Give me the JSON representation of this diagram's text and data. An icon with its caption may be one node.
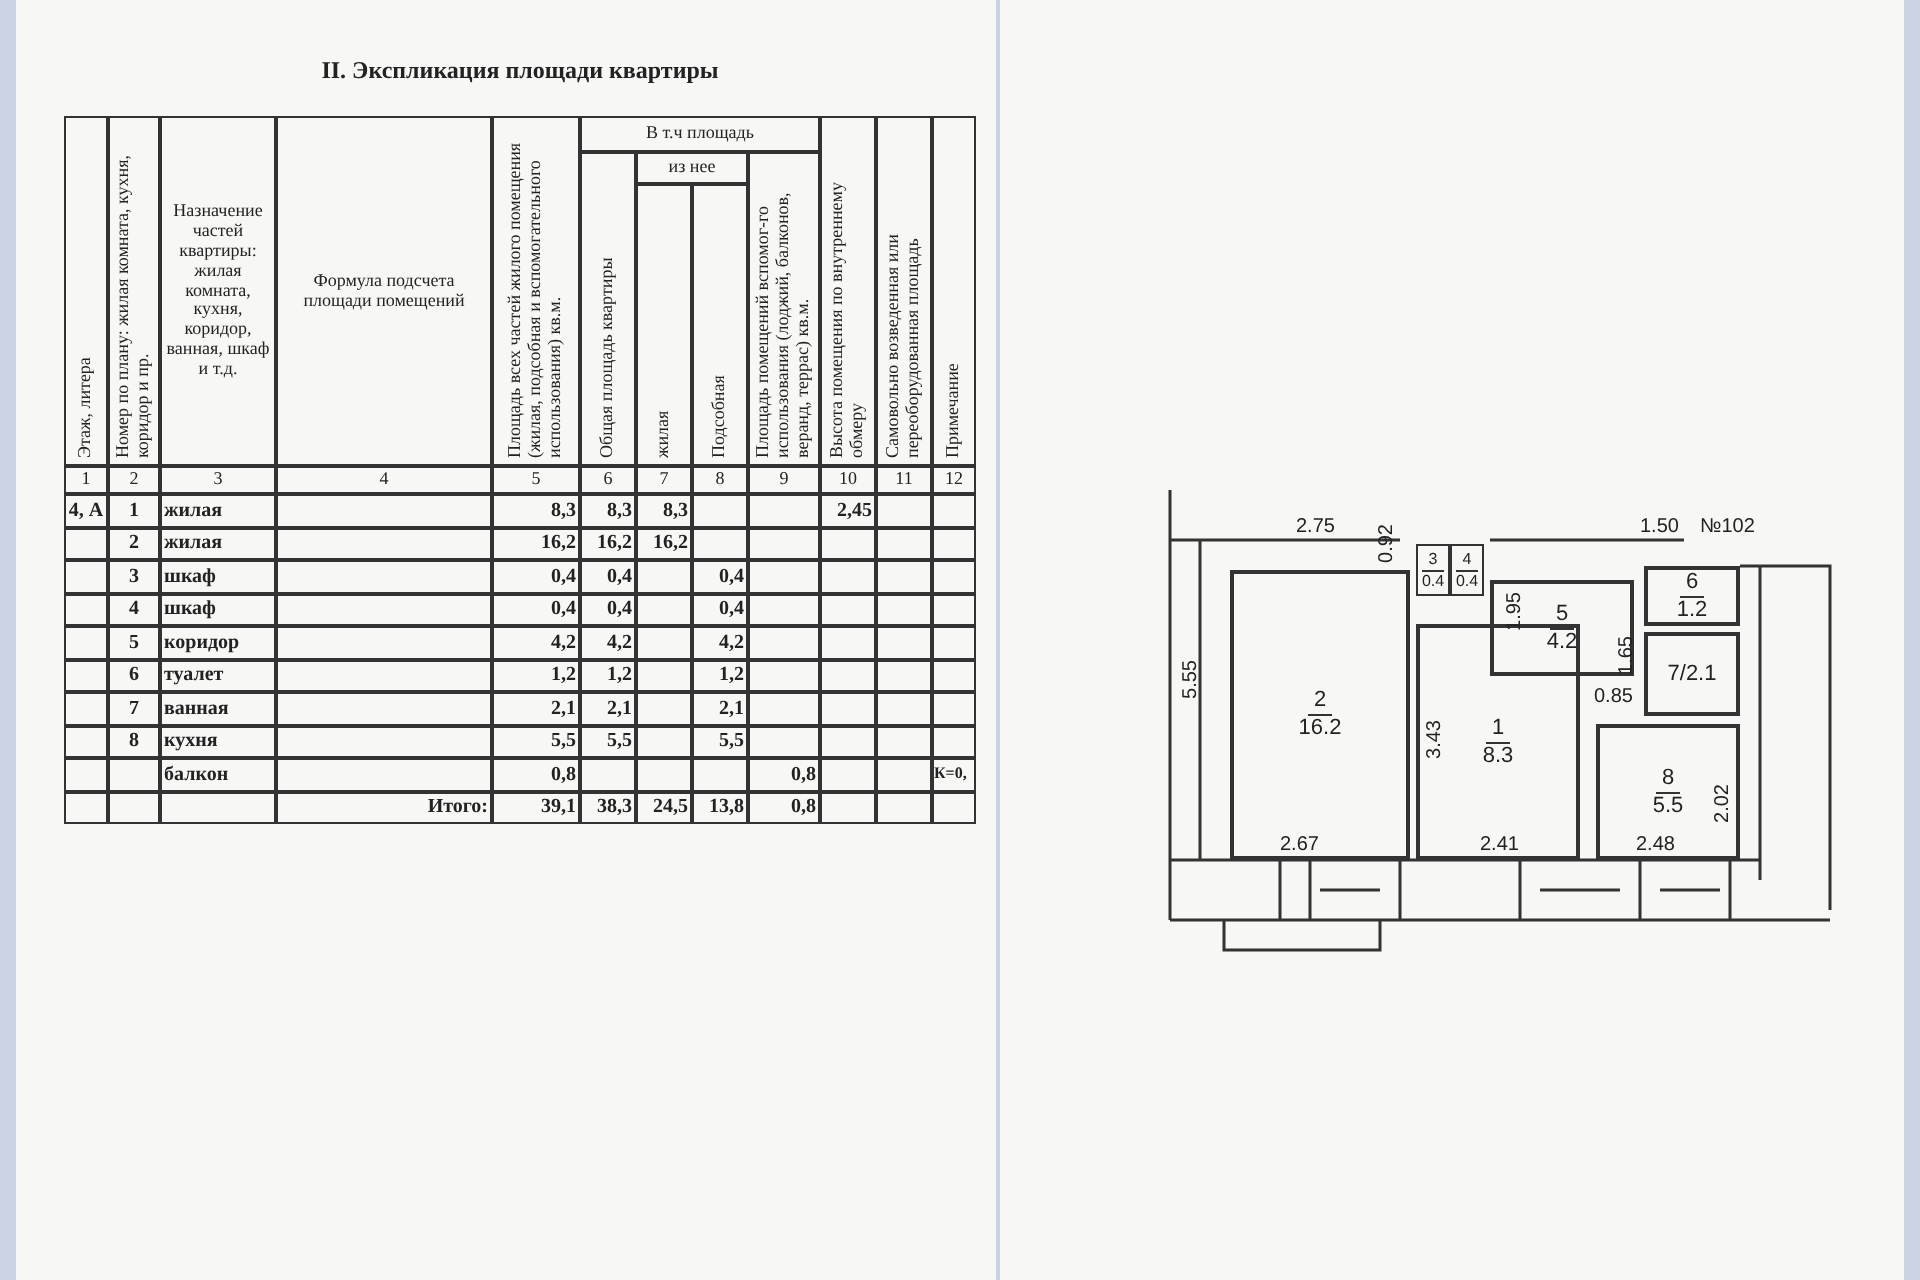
{
  "diagram": {
    "title": "II. Экспликация площади квартиры",
    "nodes": [
      {
        "text": [
          "1",
          "8.3"
        ]
      },
      {
        "text": [
          "2",
          "16.2"
        ]
      },
      {
        "text": [
          "3",
          "0.4"
        ]
      },
      {
        "text": [
          "4",
          "0.4"
        ]
      },
      {
        "text": [
          "5",
          "4.2"
        ]
      },
      {
        "text": [
          "6",
          "1.2"
        ]
      },
      {
        "text": [
          "7/2.1"
        ]
      },
      {
        "text": [
          "8",
          "5.5"
        ]
      }
    ],
    "edges": [],
    "labels": [
      "Этаж, литера",
      "Номер по плану: жилая комната, кухня, коридор и пр.",
      "Назначение частей квартиры: жилая комната, кухня, коридор, ванная, шкаф и т.д.",
      "Формула подсчета площади помещений",
      "Площадь всех частей жилого помещения (жилая, подсобная и вспомогательного использования) кв.м.",
      "В т.ч площадь",
      "Высота помещения по внутреннему обмеру",
      "Самовольно возведенная или переоборудованная площадь",
      "Примечание",
      "Общая площадь квартиры",
      "из нее",
      "Площадь помещений вспомог-го использования (лоджий, балконов, веранд, террас) кв.м.",
      "жилая",
      "Подсобная",
      "1",
      "2",
      "3",
      "4",
      "5",
      "6",
      "7",
      "8",
      "9",
      "10",
      "11",
      "12",
      "4, А",
      "1",
      "жилая",
      "8,3",
      "8,3",
      "8,3",
      "2,45",
      "2",
      "жилая",
      "16,2",
      "16,2",
      "16,2",
      "3",
      "шкаф",
      "0,4",
      "0,4",
      "0,4",
      "4",
      "шкаф",
      "0,4",
      "0,4",
      "0,4",
      "5",
      "коридор",
      "4,2",
      "4,2",
      "4,2",
      "6",
      "туалет",
      "1,2",
      "1,2",
      "1,2",
      "7",
      "ванная",
      "2,1",
      "2,1",
      "2,1",
      "8",
      "кухня",
      "5,5",
      "5,5",
      "5,5",
      "балкон",
      "0,8",
      "0,8",
      "К=0,",
      "Итого:",
      "39,1",
      "38,3",
      "24,5",
      "13,8",
      "0,8",
      "2.75",
      "0.92",
      "1.50",
      "№102",
      "5.55",
      "1.95",
      "1.65",
      "0.85",
      "3.43",
      "2.02",
      "2.67",
      "2.41",
      "2.48"
    ]
  }
}
